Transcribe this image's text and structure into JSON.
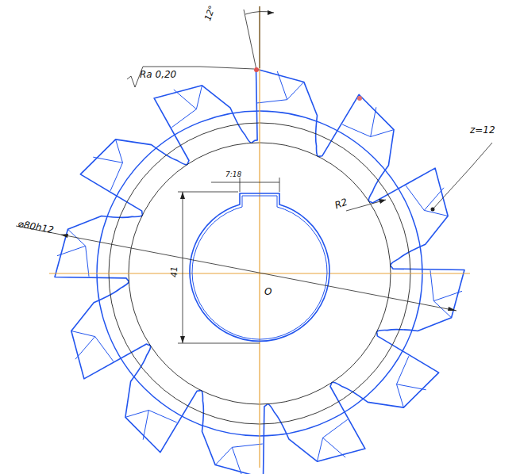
{
  "diagram": {
    "labels": [
      "12°",
      "Ra 0,20",
      "z=12",
      "R2",
      "⌀80h12",
      "7:18",
      "41",
      "O"
    ]
  }
}
